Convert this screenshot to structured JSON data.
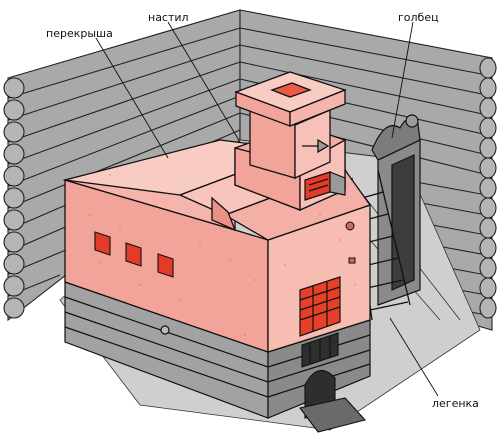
{
  "labels": {
    "roof": "перекрыша",
    "deck": "настил",
    "post": "голбец",
    "bench": "легенка"
  },
  "colors": {
    "stove": "#f2a39a",
    "stove_light": "#f8c8c0",
    "stove_dark": "#e3807a",
    "fire": "#e83a2a",
    "log": "#9a9a9a",
    "log_dark": "#5e5e5e",
    "floor": "#c9c9c9",
    "ink": "#111111"
  }
}
